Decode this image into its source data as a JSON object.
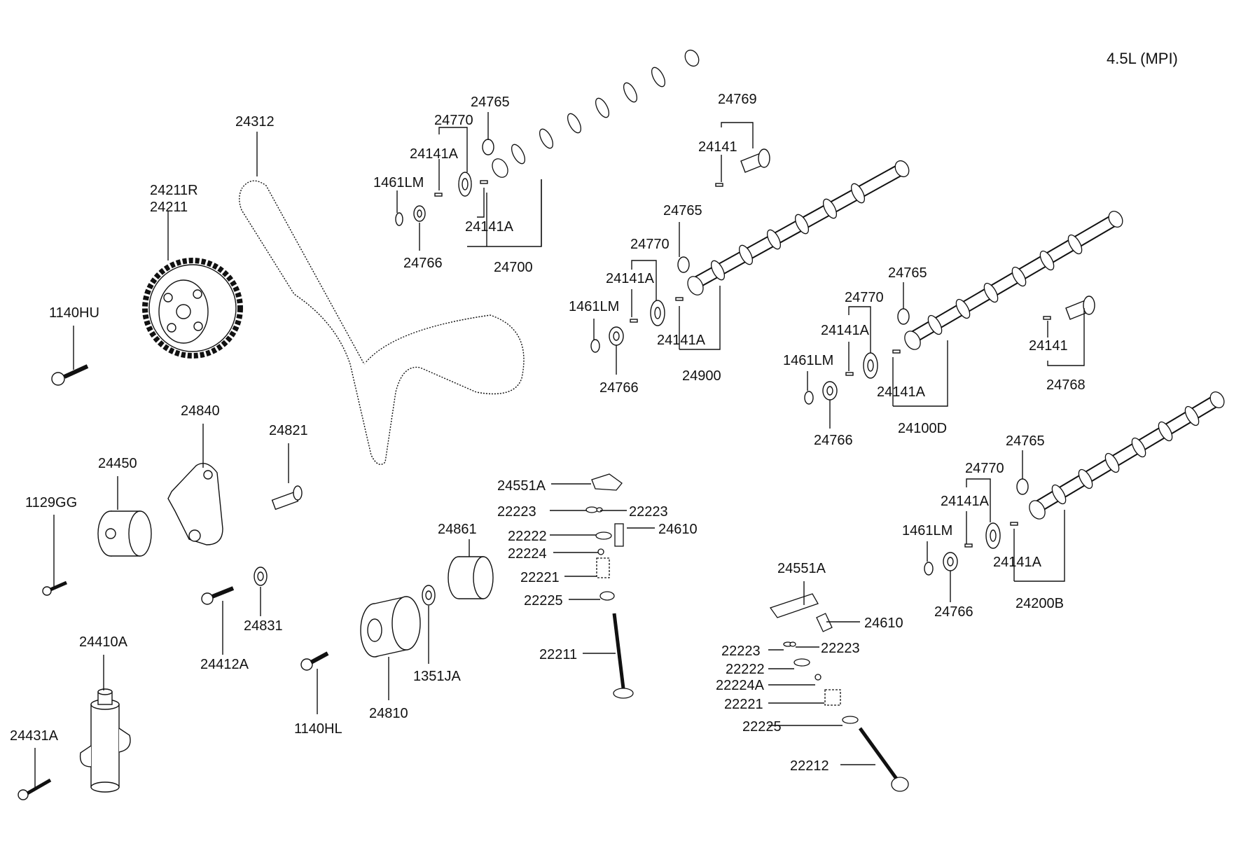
{
  "title": "4.5L (MPI)",
  "parts": {
    "timing_belt": "24312",
    "sprocket_r": "24211R",
    "sprocket": "24211",
    "bolt_1140hu": "1140HU",
    "bracket_24840": "24840",
    "idler_24450": "24450",
    "pin_24821": "24821",
    "bolt_1129gg": "1129GG",
    "bolt_24412a": "24412A",
    "washer_24831": "24831",
    "tensioner_24410a": "24410A",
    "bolt_24431a": "24431A",
    "bolt_1140hl": "1140HL",
    "pulley_24810": "24810",
    "washer_1351ja": "1351JA",
    "pulley_24861": "24861",
    "cam1": {
      "a": "24765",
      "b": "24770",
      "c": "24141A",
      "d": "1461LM",
      "e": "24141A",
      "f": "24766",
      "g": "24700"
    },
    "cam2": {
      "a": "24765",
      "b": "24770",
      "c": "24141A",
      "d": "1461LM",
      "e": "24141A",
      "f": "24766",
      "g": "24900"
    },
    "cam3": {
      "a": "24765",
      "b": "24770",
      "c": "24141A",
      "d": "1461LM",
      "e": "24141A",
      "f": "24766",
      "g": "24100D"
    },
    "cam4": {
      "a": "24765",
      "b": "24770",
      "c": "24141A",
      "d": "1461LM",
      "e": "24141A",
      "f": "24766",
      "g": "24200B"
    },
    "plug1": {
      "a": "24769",
      "b": "24141"
    },
    "plug2": {
      "a": "24141",
      "b": "24768"
    },
    "valve1": {
      "rocker": "24551A",
      "key_l": "22223",
      "key_r": "22223",
      "retainer": "22222",
      "adjuster": "24610",
      "seal": "22224",
      "spring": "22221",
      "seat": "22225",
      "valve": "22211"
    },
    "valve2": {
      "rocker": "24551A",
      "adjuster": "24610",
      "key_l": "22223",
      "key_r": "22223",
      "retainer": "22222",
      "seal": "22224A",
      "spring": "22221",
      "seat": "22225",
      "valve": "22212"
    }
  }
}
